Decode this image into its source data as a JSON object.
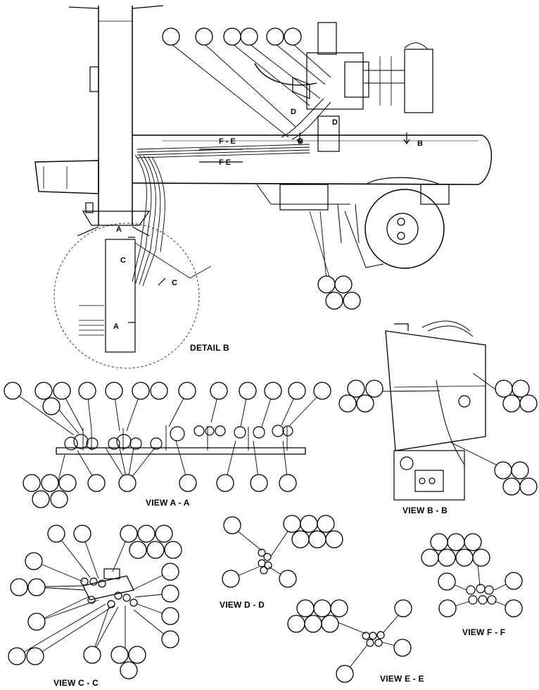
{
  "views": {
    "detail_b": "DETAIL B",
    "view_aa": "VIEW A - A",
    "view_bb": "VIEW B - B",
    "view_cc": "VIEW C - C",
    "view_dd": "VIEW D - D",
    "view_ee": "VIEW E - E",
    "view_ff": "VIEW F - F"
  },
  "section_marks": {
    "a_top": "A",
    "a_bottom": "A",
    "c_left": "C",
    "c_right": "C",
    "b_left": "B",
    "b_right": "B",
    "d_left": "D",
    "d_right": "D",
    "fe_top": "F - E",
    "fe_bottom": "F   E"
  },
  "colors": {
    "line": "#000000",
    "background": "#ffffff"
  }
}
